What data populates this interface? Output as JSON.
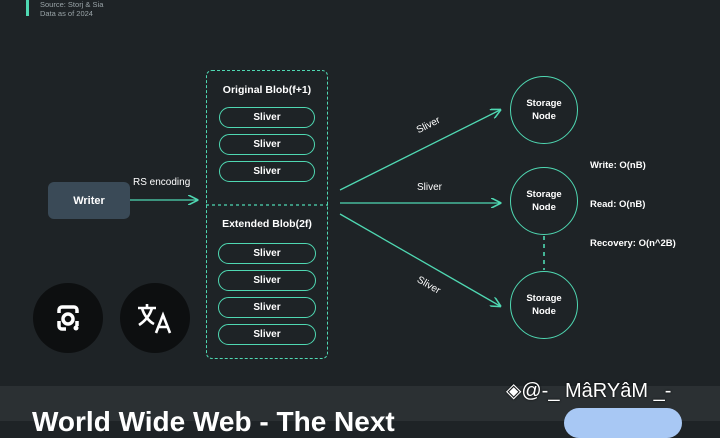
{
  "source": {
    "line1": "Source: Storj & Sia",
    "line2": "Data as of 2024"
  },
  "writer": "Writer",
  "edge_label": "RS encoding",
  "original_blob": {
    "title": "Original Blob(f+1)",
    "slivers": [
      "Sliver",
      "Sliver",
      "Sliver"
    ]
  },
  "extended_blob": {
    "title": "Extended Blob(2f)",
    "slivers": [
      "Sliver",
      "Sliver",
      "Sliver",
      "Sliver"
    ]
  },
  "arrow_labels": [
    "Sliver",
    "Sliver",
    "Sliver"
  ],
  "nodes": [
    {
      "line1": "Storage",
      "line2": "Node"
    },
    {
      "line1": "Storage",
      "line2": "Node"
    },
    {
      "line1": "Storage",
      "line2": "Node"
    }
  ],
  "costs": {
    "write": "Write: O(nB)",
    "read": "Read: O(nB)",
    "recovery": "Recovery: O(n^2B)"
  },
  "bottom_title": "World Wide Web - The Next",
  "watermark": "◈@-_ MâRYâM _-",
  "icons": [
    "lens-camera-icon",
    "translate-icon"
  ],
  "colors": {
    "accent": "#4fd8b2",
    "background": "#1e2326",
    "writer_box": "#3a4a57"
  }
}
